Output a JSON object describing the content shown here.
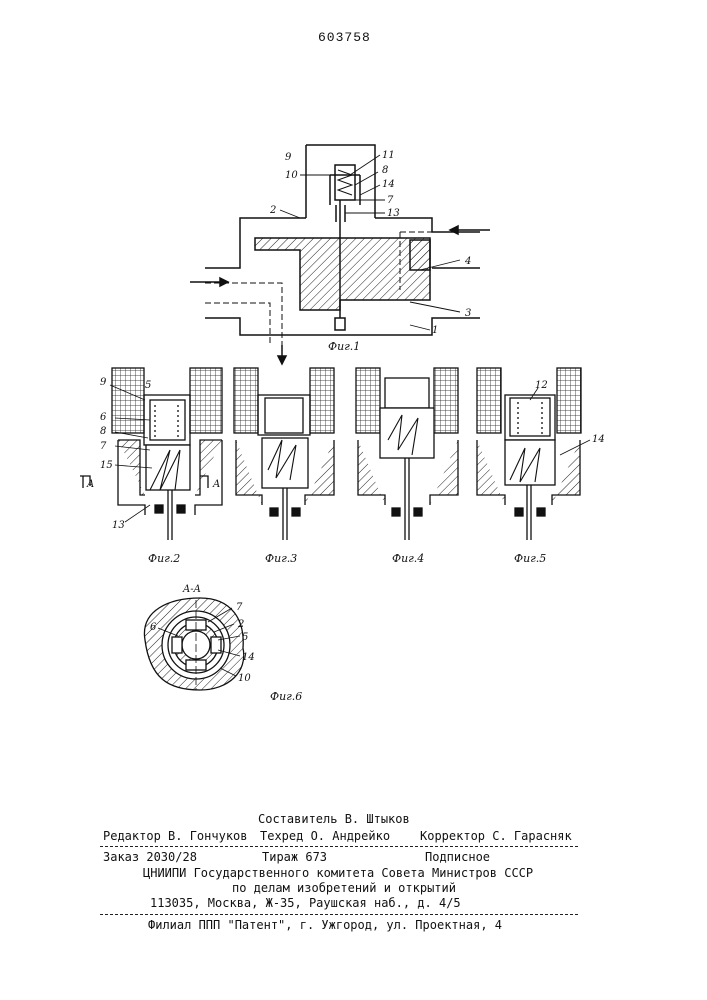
{
  "patent_number": "603758",
  "figures": {
    "fig1": {
      "caption": "Фиг.1",
      "labels": [
        "9",
        "11",
        "10",
        "8",
        "14",
        "7",
        "2",
        "13",
        "4",
        "3",
        "1"
      ]
    },
    "fig2": {
      "caption": "Фиг.2",
      "labels": [
        "9",
        "5",
        "6",
        "8",
        "7",
        "15",
        "13",
        "A",
        "A"
      ]
    },
    "fig3": {
      "caption": "Фиг.3"
    },
    "fig4": {
      "caption": "Фиг.4"
    },
    "fig5": {
      "caption": "Фиг.5",
      "labels": [
        "12",
        "14"
      ]
    },
    "fig6": {
      "caption": "Фиг.6",
      "section": "A-A",
      "labels": [
        "7",
        "2",
        "6",
        "5",
        "14",
        "10"
      ]
    }
  },
  "footer": {
    "compiler": "Составитель В. Штыков",
    "editor": "Редактор В. Гончуков",
    "techred": "Техред О. Андрейко",
    "corrector": "Корректор С. Гарасняк",
    "order": "Заказ 2030/28",
    "circulation": "Тираж 673",
    "subscription": "Подписное",
    "org_line1": "ЦНИИПИ Государственного комитета Совета Министров СССР",
    "org_line2": "по делам изобретений и открытий",
    "address": "113035, Москва, Ж-35, Раушская наб., д. 4/5",
    "branch": "Филиал ППП \"Патент\", г. Ужгород, ул. Проектная, 4"
  }
}
